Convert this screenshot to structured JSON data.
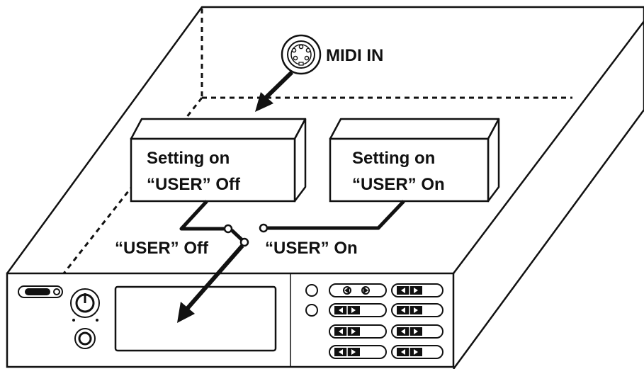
{
  "diagram": {
    "midi_input": {
      "label": "MIDI IN",
      "icon": "din-connector-icon"
    },
    "setting_boxes": [
      {
        "line1": "Setting on",
        "line2": "“USER” Off"
      },
      {
        "line1": "Setting on",
        "line2": "“USER” On"
      }
    ],
    "switch_labels": {
      "off": "“USER” Off",
      "on": "“USER” On"
    }
  },
  "colors": {
    "ink": "#111111",
    "paper": "#ffffff"
  }
}
